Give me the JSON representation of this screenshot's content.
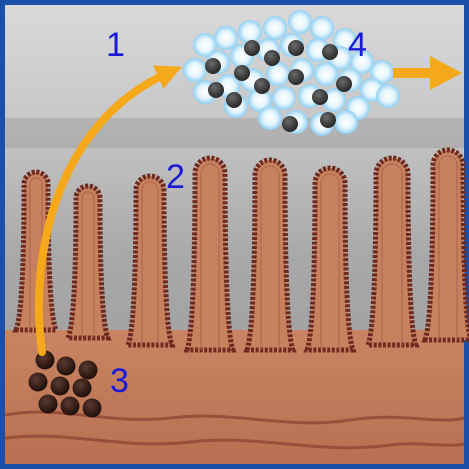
{
  "labels": {
    "one": "1",
    "two": "2",
    "three": "3",
    "four": "4"
  },
  "colors": {
    "frame": "#1b4fa8",
    "lumen_top": "#d9d9d9",
    "lumen_bottom": "#9a9a9a",
    "tissue": "#c7815f",
    "tissue_dark": "#a8604a",
    "epithelium_outline": "#6e2a1e",
    "arrow": "#f4a81a",
    "particle": "#3d3d3d",
    "particle_dark": "#2e1a14",
    "micelle": "#bfe3f7",
    "label": "#1a1ad6"
  },
  "icons": {
    "pathway_arrow": "curved-arrow-icon",
    "exit_arrow": "right-arrow-icon"
  }
}
